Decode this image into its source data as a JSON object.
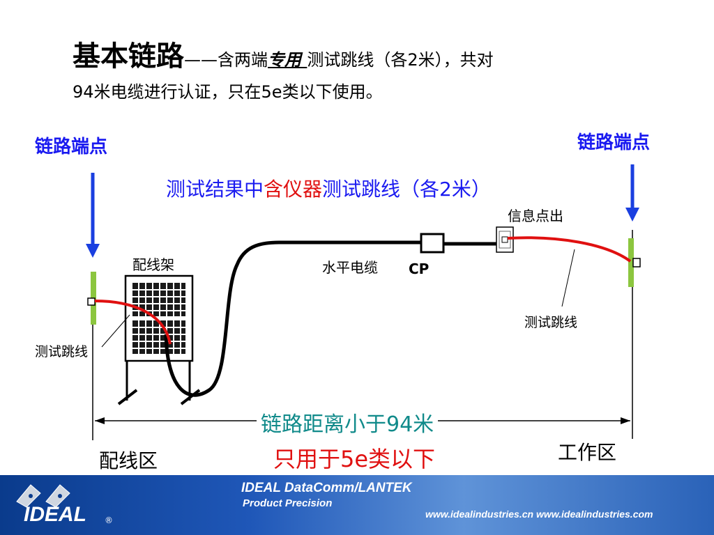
{
  "title": {
    "main": "基本链路",
    "dash": "——",
    "part1": "含两端",
    "underlined": "专用 ",
    "part2": "测试跳线（各2米），共对",
    "line2": "94米电缆进行认证，只在5e类以下使用。"
  },
  "endpoints": {
    "left": "链路端点",
    "right": "链路端点"
  },
  "result_note": {
    "part1": "测试结果中",
    "red": "含仪器",
    "part2": "测试跳线（各2米）"
  },
  "labels": {
    "rack": "配线架",
    "horizontal_cable": "水平电缆",
    "cp": "CP",
    "outlet": "信息点出",
    "jumper_left": "测试跳线",
    "jumper_right": "测试跳线"
  },
  "distance_label": "链路距离小于94米",
  "limit_note": "只用于5e类以下",
  "zones": {
    "left": "配线区",
    "right": "工作区"
  },
  "footer": {
    "brand": "IDEAL DataComm/LANTEK",
    "tagline": "Product Precision",
    "urls": "www.idealindustries.cn  www.idealindustries.com",
    "logo": "IDEAL",
    "reg": "®"
  },
  "colors": {
    "endpoint_text": "#1a1af0",
    "red_accent": "#e01010",
    "distance_text": "#108a8a",
    "endpoint_bar": "#8cc63f",
    "arrow": "#1a3fe0"
  }
}
